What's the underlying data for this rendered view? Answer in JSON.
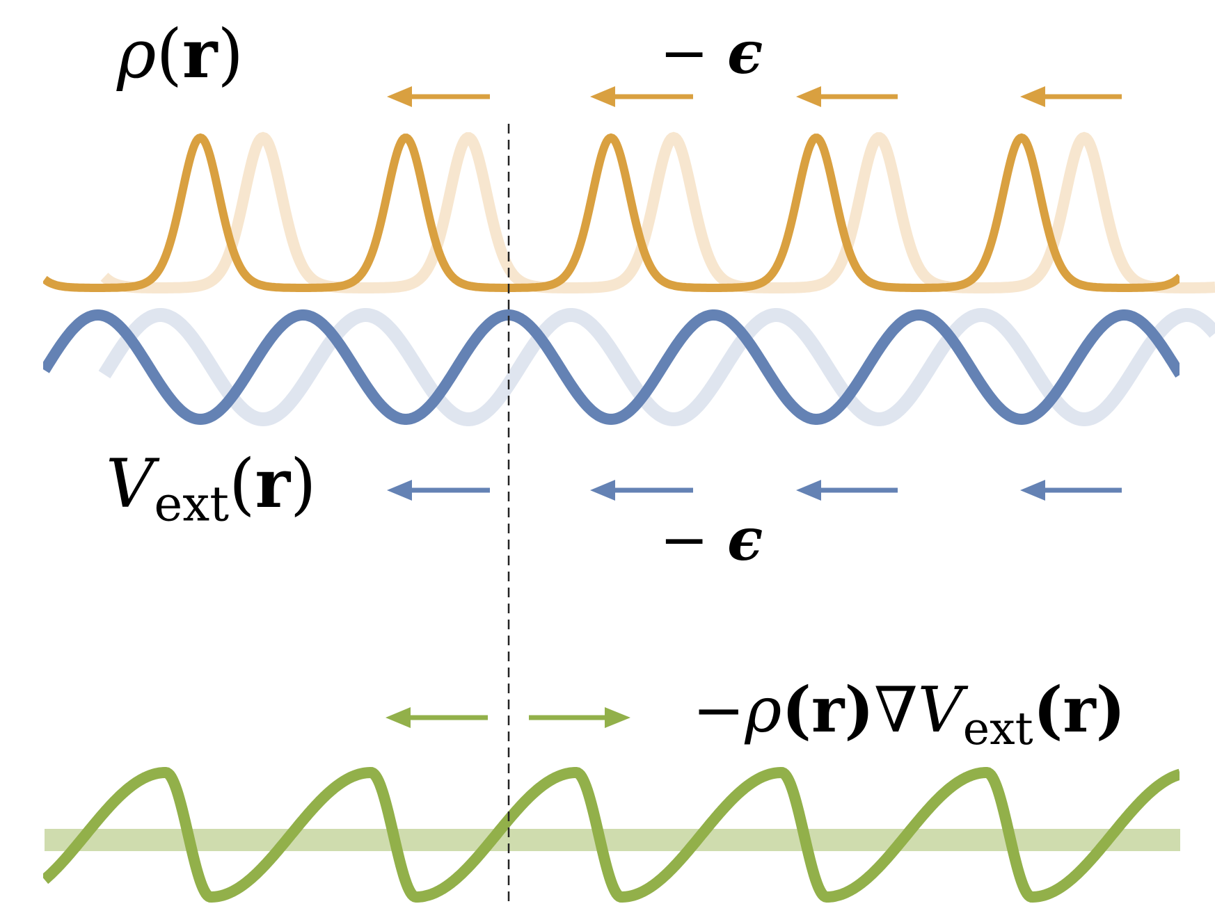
{
  "labels": {
    "rho": {
      "symbol": "ρ",
      "open": "(",
      "vec": "r",
      "close": ")"
    },
    "vext": {
      "symbol": "V",
      "subscript": "ext",
      "open": "(",
      "vec": "r",
      "close": ")"
    },
    "shift_top": {
      "minus": "−",
      "eps": "ϵ"
    },
    "shift_bottom": {
      "minus": "−",
      "eps": "ϵ"
    },
    "force": {
      "minus": "−",
      "rho": "ρ",
      "r1": "(r)",
      "nabla": "∇",
      "V": "V",
      "subscript": "ext",
      "r2": "(r)"
    }
  },
  "colors": {
    "density": "#d9a040",
    "density_faded": "#f7e6cf",
    "potential": "#6482b4",
    "potential_faded": "#dfe5ef",
    "force": "#92b04a",
    "force_band": "#cfdcae",
    "divider": "#222222",
    "text": "#000000"
  }
}
